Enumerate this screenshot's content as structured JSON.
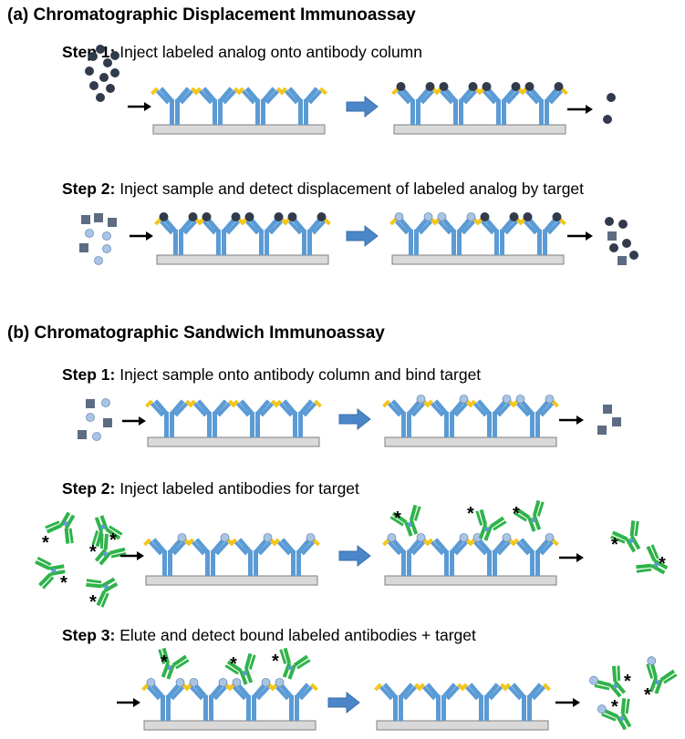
{
  "section_a": {
    "title": "(a) Chromatographic Displacement Immunoassay",
    "step1": {
      "label": "Step 1:",
      "text": " Inject labeled analog onto antibody column"
    },
    "step2": {
      "label": "Step 2:",
      "text": " Inject sample and detect displacement of labeled analog by target"
    }
  },
  "section_b": {
    "title": "(b) Chromatographic Sandwich Immunoassay",
    "step1": {
      "label": "Step 1:",
      "text": " Inject sample onto antibody column and bind target"
    },
    "step2": {
      "label": "Step 2:",
      "text": " Inject labeled antibodies for target"
    },
    "step3": {
      "label": "Step 3:",
      "text": " Elute and detect bound labeled antibodies + target"
    }
  },
  "colors": {
    "antibody": "#5b9bd5",
    "antigen_site": "#f5c518",
    "labeled_analog": "#323b4c",
    "target_square": "#5d6c82",
    "target_circle": "#a9c4e4",
    "labeled_antibody": "#2fb34a",
    "support": "#d9d9d9",
    "arrow_block": "#4a86c8"
  },
  "label_marker": "*"
}
